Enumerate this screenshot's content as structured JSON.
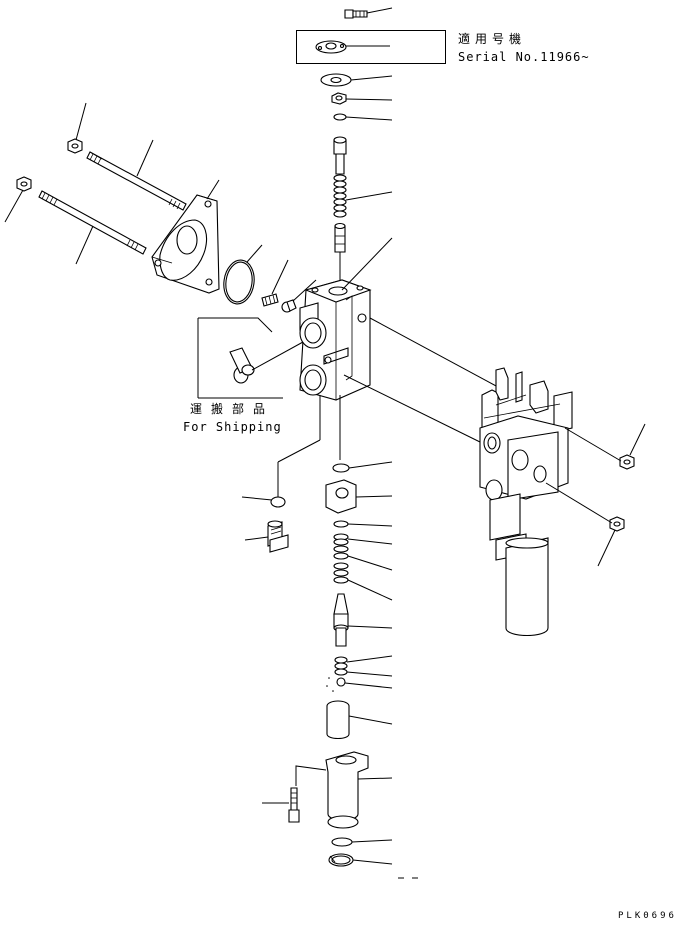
{
  "notes": {
    "applicable_jp": "適用号機",
    "serial": "Serial No.11966~",
    "shipping_jp": "運搬部品",
    "shipping_en": "For Shipping",
    "drawing_code": "PLK0696"
  },
  "icons": [
    "bolt-icon",
    "plate-icon",
    "gasket-icon",
    "nut-icon",
    "o-ring-icon",
    "spool-icon",
    "stud-bolt-icon",
    "cover-icon",
    "spring-icon",
    "valve-body-icon",
    "plug-icon",
    "seat-icon",
    "retainer-icon",
    "sleeve-icon",
    "snap-ring-icon",
    "valve-assembly-icon"
  ]
}
